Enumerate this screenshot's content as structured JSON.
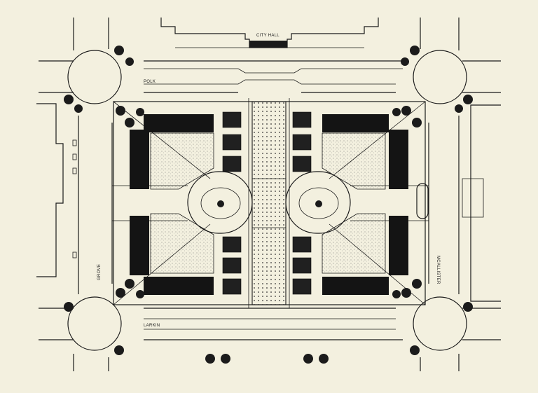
{
  "labels": {
    "city_hall": "CITY HALL",
    "polk": "POLK",
    "larkin": "LARKIN",
    "grove": "GROVE",
    "mcallister": "MCALLISTER"
  },
  "colors": {
    "paper": "#f3f0df",
    "ink": "#1a1a1a"
  }
}
